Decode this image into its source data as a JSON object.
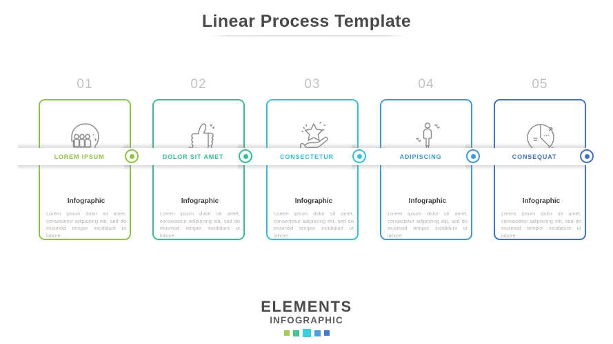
{
  "header": {
    "title": "Linear Process Template"
  },
  "steps": [
    {
      "number": "01",
      "label": "LOREM IPSUM",
      "heading": "Infographic",
      "text": "Lorem ipsum dolor sit amet, consectetur adipiscing elit, sed do eiusmod tempor incididunt ut labore.",
      "color": "#8cc63f",
      "icon": "head-with-people-icon"
    },
    {
      "number": "02",
      "label": "DOLOR SIT AMET",
      "heading": "Infographic",
      "text": "Lorem ipsum dolor sit amet, consectetur adipiscing elit, sed do eiusmod tempor incididunt ut labore.",
      "color": "#2ec48c",
      "icon": "thumbs-up-icon"
    },
    {
      "number": "03",
      "label": "CONSECTETUR",
      "heading": "Infographic",
      "text": "Lorem ipsum dolor sit amet, consectetur adipiscing elit, sed do eiusmod tempor incididunt ut labore.",
      "color": "#2ec4e0",
      "icon": "hand-with-star-icon"
    },
    {
      "number": "04",
      "label": "ADIPISCING",
      "heading": "Infographic",
      "text": "Lorem ipsum dolor sit amet, consectetur adipiscing elit, sed do eiusmod tempor incididunt ut labore.",
      "color": "#3a9ae0",
      "icon": "person-on-podium-icon"
    },
    {
      "number": "05",
      "label": "CONSEQUAT",
      "heading": "Infographic",
      "text": "Lorem ipsum dolor sit amet, consectetur adipiscing elit, sed do eiusmod tempor incididunt ut labore.",
      "color": "#3d6fd4",
      "icon": "pie-chart-icon"
    }
  ],
  "footer": {
    "main": "ELEMENTS",
    "sub": "INFOGRAPHIC",
    "swatches": [
      "#a5ce4e",
      "#3fc68e",
      "#36d0e0",
      "#4e9fe0",
      "#3f7ad6"
    ]
  }
}
